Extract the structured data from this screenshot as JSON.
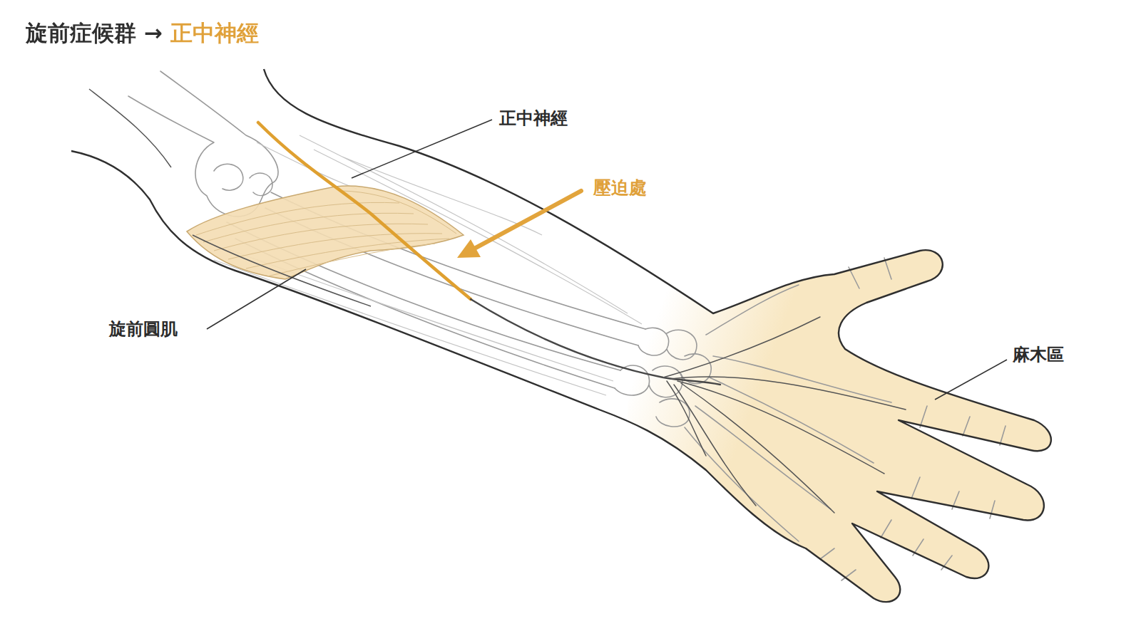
{
  "diagram": {
    "title": "旋前症候群 → 正中神經",
    "labels": [
      "正中神經",
      "壓迫處",
      "旋前圓肌",
      "麻木區"
    ]
  }
}
